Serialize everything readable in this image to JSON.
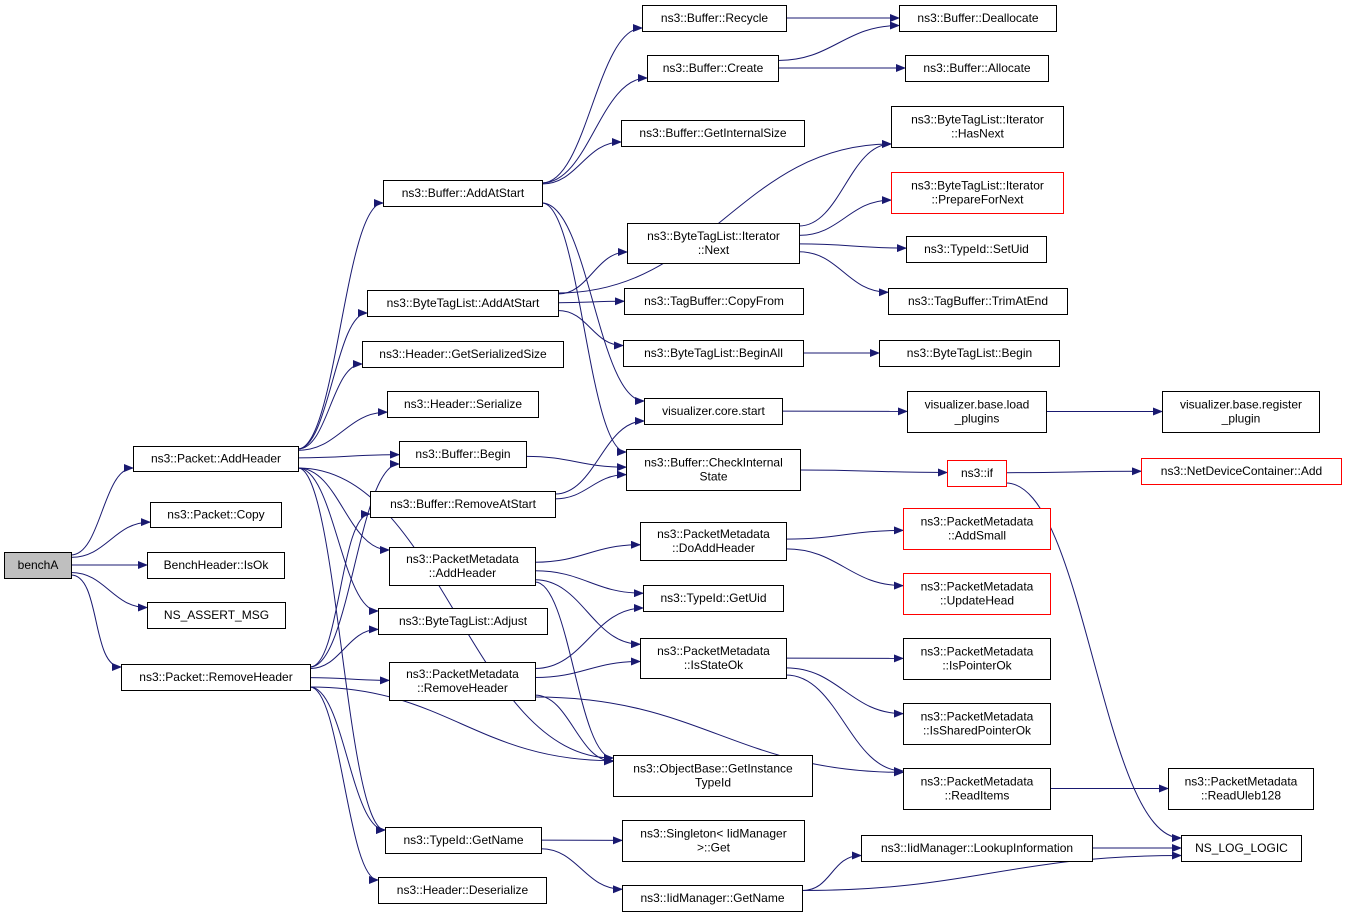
{
  "colors": {
    "edge": "#191970",
    "node_border": "#000000",
    "node_border_incomplete": "#ff0000",
    "node_fill": "#ffffff",
    "root_fill": "#bfbfbf"
  },
  "nodes": {
    "benchA": {
      "lines": [
        "benchA"
      ],
      "style": "root"
    },
    "pkt_addheader": {
      "lines": [
        "ns3::Packet::AddHeader"
      ]
    },
    "pkt_copy": {
      "lines": [
        "ns3::Packet::Copy"
      ]
    },
    "benchheader_isok": {
      "lines": [
        "BenchHeader::IsOk"
      ]
    },
    "ns_assert_msg": {
      "lines": [
        "NS_ASSERT_MSG"
      ]
    },
    "pkt_removeheader": {
      "lines": [
        "ns3::Packet::RemoveHeader"
      ]
    },
    "buf_addatstart": {
      "lines": [
        "ns3::Buffer::AddAtStart"
      ]
    },
    "btl_addatstart": {
      "lines": [
        "ns3::ByteTagList::AddAtStart"
      ]
    },
    "hdr_getserializedsize": {
      "lines": [
        "ns3::Header::GetSerializedSize"
      ]
    },
    "hdr_serialize": {
      "lines": [
        "ns3::Header::Serialize"
      ]
    },
    "buf_begin": {
      "lines": [
        "ns3::Buffer::Begin"
      ]
    },
    "buf_removeatstart": {
      "lines": [
        "ns3::Buffer::RemoveAtStart"
      ]
    },
    "pm_addheader": {
      "lines": [
        "ns3::PacketMetadata",
        "::AddHeader"
      ]
    },
    "btl_adjust": {
      "lines": [
        "ns3::ByteTagList::Adjust"
      ]
    },
    "pm_removeheader": {
      "lines": [
        "ns3::PacketMetadata",
        "::RemoveHeader"
      ]
    },
    "typeid_getname": {
      "lines": [
        "ns3::TypeId::GetName"
      ]
    },
    "hdr_deserialize": {
      "lines": [
        "ns3::Header::Deserialize"
      ]
    },
    "buf_recycle": {
      "lines": [
        "ns3::Buffer::Recycle"
      ]
    },
    "buf_create": {
      "lines": [
        "ns3::Buffer::Create"
      ]
    },
    "buf_getinternalsize": {
      "lines": [
        "ns3::Buffer::GetInternalSize"
      ]
    },
    "btl_iter_next": {
      "lines": [
        "ns3::ByteTagList::Iterator",
        "::Next"
      ]
    },
    "tagbuf_copyfrom": {
      "lines": [
        "ns3::TagBuffer::CopyFrom"
      ]
    },
    "btl_beginall": {
      "lines": [
        "ns3::ByteTagList::BeginAll"
      ]
    },
    "vis_core_start": {
      "lines": [
        "visualizer.core.start"
      ]
    },
    "buf_checkinternalstate": {
      "lines": [
        "ns3::Buffer::CheckInternal",
        "State"
      ]
    },
    "pm_doaddheader": {
      "lines": [
        "ns3::PacketMetadata",
        "::DoAddHeader"
      ]
    },
    "typeid_getuid": {
      "lines": [
        "ns3::TypeId::GetUid"
      ]
    },
    "pm_isstateok": {
      "lines": [
        "ns3::PacketMetadata",
        "::IsStateOk"
      ]
    },
    "objbase_getinstancetypeid": {
      "lines": [
        "ns3::ObjectBase::GetInstance",
        "TypeId"
      ]
    },
    "singleton_get": {
      "lines": [
        "ns3::Singleton< IidManager",
        ">::Get"
      ]
    },
    "iidmgr_getname": {
      "lines": [
        "ns3::IidManager::GetName"
      ]
    },
    "buf_deallocate": {
      "lines": [
        "ns3::Buffer::Deallocate"
      ]
    },
    "buf_allocate": {
      "lines": [
        "ns3::Buffer::Allocate"
      ]
    },
    "btl_iter_hasnext": {
      "lines": [
        "ns3::ByteTagList::Iterator",
        "::HasNext"
      ]
    },
    "btl_iter_preparefornext": {
      "lines": [
        "ns3::ByteTagList::Iterator",
        "::PrepareForNext"
      ],
      "style": "incomplete"
    },
    "typeid_setuid": {
      "lines": [
        "ns3::TypeId::SetUid"
      ]
    },
    "tagbuf_trimatend": {
      "lines": [
        "ns3::TagBuffer::TrimAtEnd"
      ]
    },
    "btl_begin": {
      "lines": [
        "ns3::ByteTagList::Begin"
      ]
    },
    "vis_base_load_plugins": {
      "lines": [
        "visualizer.base.load",
        "_plugins"
      ]
    },
    "ns3_if": {
      "lines": [
        "ns3::if"
      ],
      "style": "incomplete"
    },
    "pm_addsmall": {
      "lines": [
        "ns3::PacketMetadata",
        "::AddSmall"
      ],
      "style": "incomplete"
    },
    "pm_updatehead": {
      "lines": [
        "ns3::PacketMetadata",
        "::UpdateHead"
      ],
      "style": "incomplete"
    },
    "pm_ispointerok": {
      "lines": [
        "ns3::PacketMetadata",
        "::IsPointerOk"
      ]
    },
    "pm_issharedpointerok": {
      "lines": [
        "ns3::PacketMetadata",
        "::IsSharedPointerOk"
      ]
    },
    "pm_readitems": {
      "lines": [
        "ns3::PacketMetadata",
        "::ReadItems"
      ]
    },
    "iidmgr_lookupinformation": {
      "lines": [
        "ns3::IidManager::LookupInformation"
      ]
    },
    "vis_base_register_plugin": {
      "lines": [
        "visualizer.base.register",
        "_plugin"
      ]
    },
    "netdevcontainer_add": {
      "lines": [
        "ns3::NetDeviceContainer::Add"
      ],
      "style": "incomplete"
    },
    "pm_readuleb128": {
      "lines": [
        "ns3::PacketMetadata",
        "::ReadUleb128"
      ]
    },
    "ns_log_logic": {
      "lines": [
        "NS_LOG_LOGIC"
      ]
    }
  },
  "edges": [
    [
      "benchA",
      "pkt_addheader"
    ],
    [
      "benchA",
      "pkt_copy"
    ],
    [
      "benchA",
      "benchheader_isok"
    ],
    [
      "benchA",
      "ns_assert_msg"
    ],
    [
      "benchA",
      "pkt_removeheader"
    ],
    [
      "pkt_addheader",
      "buf_addatstart"
    ],
    [
      "pkt_addheader",
      "btl_addatstart"
    ],
    [
      "pkt_addheader",
      "hdr_getserializedsize"
    ],
    [
      "pkt_addheader",
      "hdr_serialize"
    ],
    [
      "pkt_addheader",
      "buf_begin"
    ],
    [
      "pkt_addheader",
      "pm_addheader"
    ],
    [
      "pkt_addheader",
      "btl_adjust"
    ],
    [
      "pkt_addheader",
      "objbase_getinstancetypeid"
    ],
    [
      "pkt_addheader",
      "typeid_getname"
    ],
    [
      "pkt_removeheader",
      "buf_begin"
    ],
    [
      "pkt_removeheader",
      "buf_removeatstart"
    ],
    [
      "pkt_removeheader",
      "btl_adjust"
    ],
    [
      "pkt_removeheader",
      "pm_removeheader"
    ],
    [
      "pkt_removeheader",
      "objbase_getinstancetypeid"
    ],
    [
      "pkt_removeheader",
      "typeid_getname"
    ],
    [
      "pkt_removeheader",
      "hdr_deserialize"
    ],
    [
      "buf_addatstart",
      "buf_recycle"
    ],
    [
      "buf_addatstart",
      "buf_create"
    ],
    [
      "buf_addatstart",
      "buf_getinternalsize"
    ],
    [
      "buf_addatstart",
      "vis_core_start"
    ],
    [
      "buf_addatstart",
      "buf_checkinternalstate"
    ],
    [
      "btl_addatstart",
      "btl_iter_hasnext"
    ],
    [
      "btl_addatstart",
      "btl_iter_next"
    ],
    [
      "btl_addatstart",
      "tagbuf_copyfrom"
    ],
    [
      "btl_addatstart",
      "btl_beginall"
    ],
    [
      "buf_begin",
      "buf_checkinternalstate"
    ],
    [
      "buf_removeatstart",
      "vis_core_start"
    ],
    [
      "buf_removeatstart",
      "buf_checkinternalstate"
    ],
    [
      "pm_addheader",
      "pm_doaddheader"
    ],
    [
      "pm_addheader",
      "typeid_getuid"
    ],
    [
      "pm_addheader",
      "pm_isstateok"
    ],
    [
      "pm_addheader",
      "objbase_getinstancetypeid"
    ],
    [
      "pm_removeheader",
      "typeid_getuid"
    ],
    [
      "pm_removeheader",
      "pm_isstateok"
    ],
    [
      "pm_removeheader",
      "objbase_getinstancetypeid"
    ],
    [
      "pm_removeheader",
      "pm_readitems"
    ],
    [
      "typeid_getname",
      "singleton_get"
    ],
    [
      "typeid_getname",
      "iidmgr_getname"
    ],
    [
      "buf_recycle",
      "buf_deallocate"
    ],
    [
      "buf_create",
      "buf_deallocate"
    ],
    [
      "buf_create",
      "buf_allocate"
    ],
    [
      "btl_iter_next",
      "btl_iter_hasnext"
    ],
    [
      "btl_iter_next",
      "btl_iter_preparefornext"
    ],
    [
      "btl_iter_next",
      "typeid_setuid"
    ],
    [
      "btl_iter_next",
      "tagbuf_trimatend"
    ],
    [
      "btl_beginall",
      "btl_begin"
    ],
    [
      "vis_core_start",
      "vis_base_load_plugins"
    ],
    [
      "vis_base_load_plugins",
      "vis_base_register_plugin"
    ],
    [
      "buf_checkinternalstate",
      "ns3_if"
    ],
    [
      "ns3_if",
      "netdevcontainer_add"
    ],
    [
      "ns3_if",
      "ns_log_logic"
    ],
    [
      "pm_doaddheader",
      "pm_addsmall"
    ],
    [
      "pm_doaddheader",
      "pm_updatehead"
    ],
    [
      "pm_isstateok",
      "pm_ispointerok"
    ],
    [
      "pm_isstateok",
      "pm_issharedpointerok"
    ],
    [
      "pm_isstateok",
      "pm_readitems"
    ],
    [
      "pm_readitems",
      "pm_readuleb128"
    ],
    [
      "iidmgr_getname",
      "iidmgr_lookupinformation"
    ],
    [
      "iidmgr_getname",
      "ns_log_logic"
    ],
    [
      "iidmgr_lookupinformation",
      "ns_log_logic"
    ]
  ]
}
